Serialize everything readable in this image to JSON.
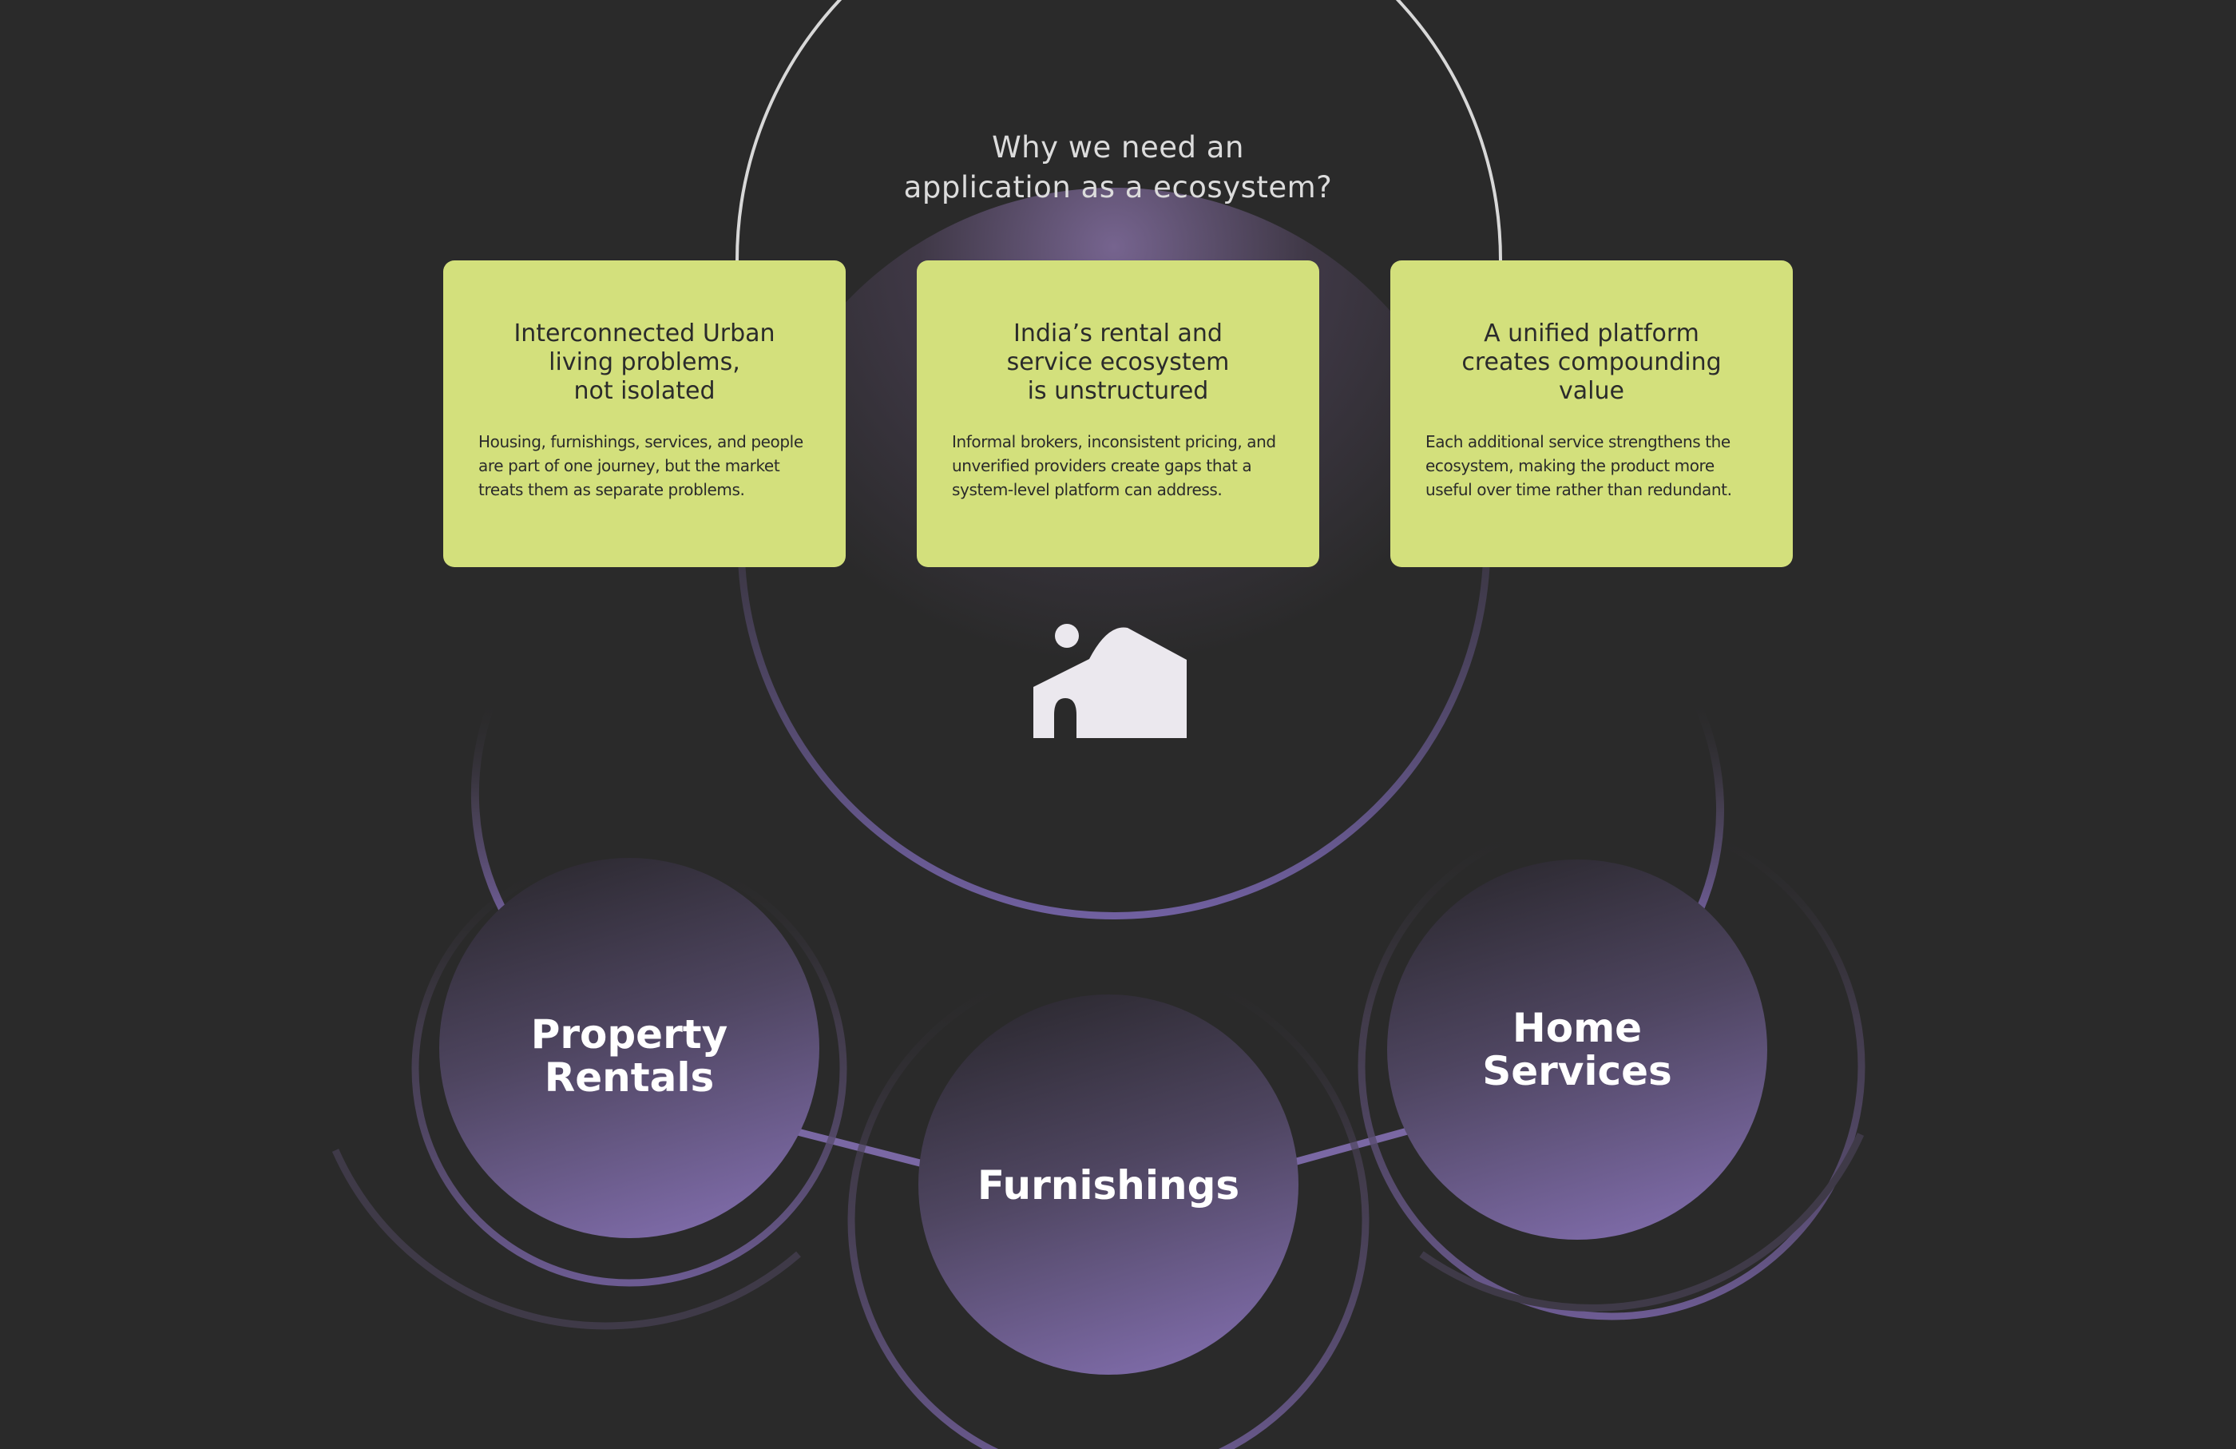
{
  "title": "Why we need an\napplication as  a ecosystem?",
  "cards": [
    {
      "title": "Interconnected Urban\nliving problems,\nnot isolated",
      "body": "Housing, furnishings, services, and people\nare part of one journey, but the market\ntreats them as separate problems."
    },
    {
      "title": "India’s rental and\nservice ecosystem\nis unstructured",
      "body": "Informal brokers, inconsistent pricing, and\nunverified providers create gaps that a\nsystem-level platform can address."
    },
    {
      "title": "A unified platform\ncreates compounding\nvalue",
      "body": "Each additional service strengthens the\necosystem, making the product more\nuseful over time rather than redundant."
    }
  ],
  "nodes": {
    "property": "Property\nRentals",
    "furnishings": "Furnishings",
    "home_services": "Home\nServices"
  },
  "center_icon": "house-icon",
  "colors": {
    "background": "#2a2a2a",
    "card": "#d3e07c",
    "purple": "#7b66a3",
    "ring": "#6a5b8c"
  }
}
